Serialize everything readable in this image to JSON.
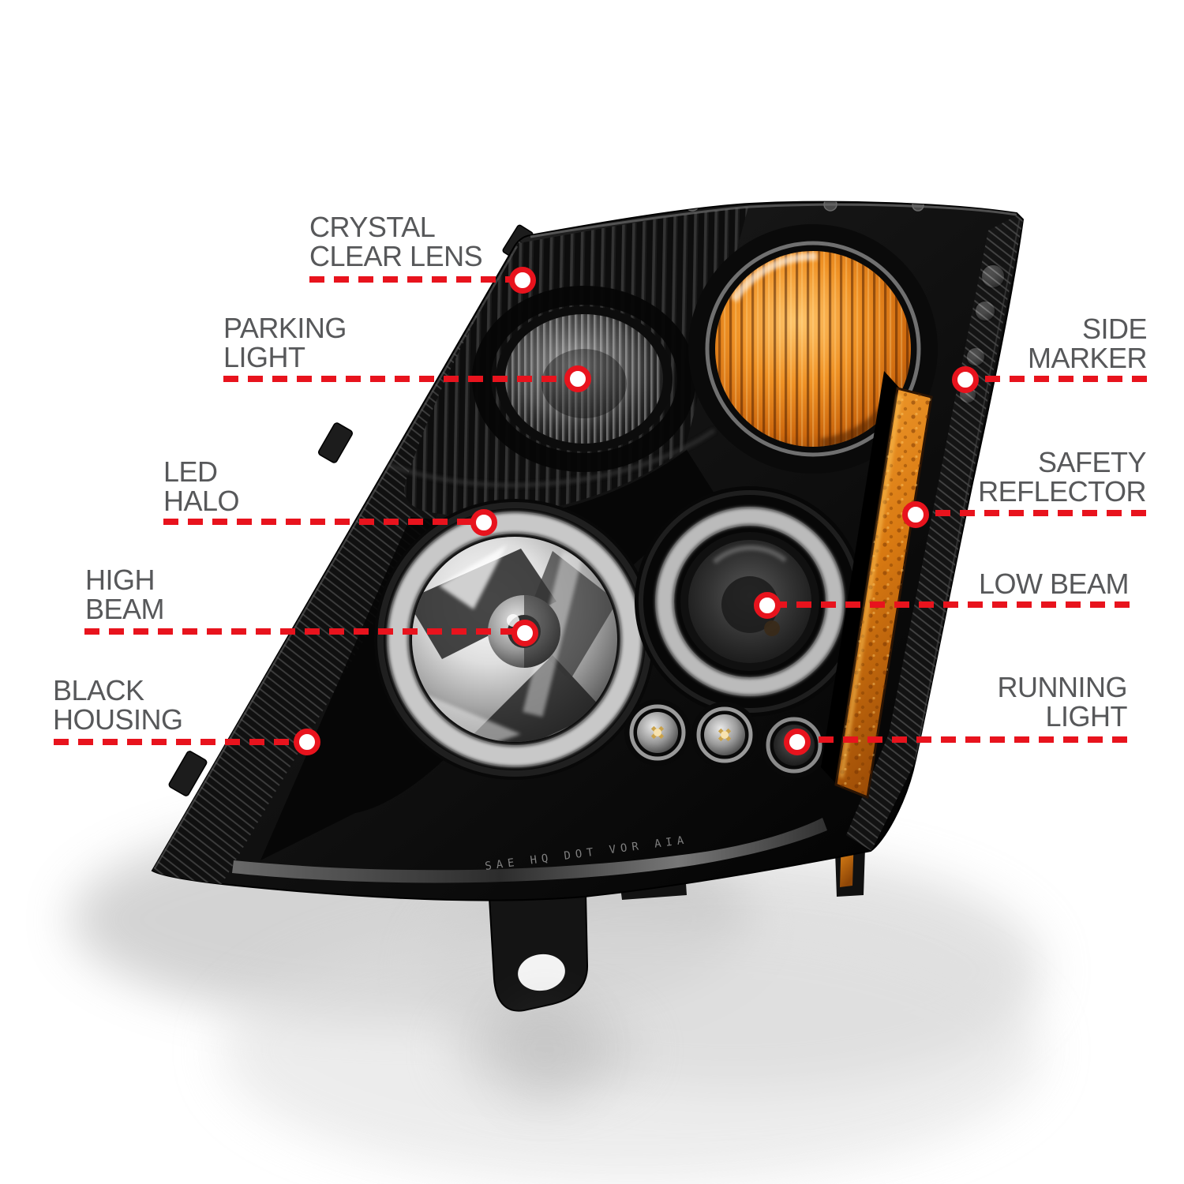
{
  "page": {
    "background": "#ffffff",
    "description": "annotated projector headlight feature diagram"
  },
  "colors": {
    "label_text": "#57585a",
    "callout_red": "#e8131d",
    "dot_fill": "#ffffff",
    "halo_ring": "#d9d9d9",
    "amber_lens": "#e8820f",
    "housing_black": "#0d0d0d",
    "chrome": "#c9c9c9"
  },
  "image": {
    "etched_text": "SAE HQ DOT VOR AIA"
  },
  "callouts": [
    {
      "id": "crystal-clear-lens",
      "side": "left",
      "lines": [
        "CRYSTAL",
        "CLEAR LENS"
      ]
    },
    {
      "id": "parking-light",
      "side": "left",
      "lines": [
        "PARKING",
        "LIGHT"
      ]
    },
    {
      "id": "led-halo",
      "side": "left",
      "lines": [
        "LED",
        "HALO"
      ]
    },
    {
      "id": "high-beam",
      "side": "left",
      "lines": [
        "HIGH",
        "BEAM"
      ]
    },
    {
      "id": "black-housing",
      "side": "left",
      "lines": [
        "BLACK",
        "HOUSING"
      ]
    },
    {
      "id": "side-marker",
      "side": "right",
      "lines": [
        "SIDE",
        "MARKER"
      ]
    },
    {
      "id": "safety-reflector",
      "side": "right",
      "lines": [
        "SAFETY",
        "REFLECTOR"
      ]
    },
    {
      "id": "low-beam",
      "side": "right",
      "lines": [
        "LOW BEAM"
      ]
    },
    {
      "id": "running-light",
      "side": "right",
      "lines": [
        "RUNNING",
        "LIGHT"
      ]
    }
  ]
}
